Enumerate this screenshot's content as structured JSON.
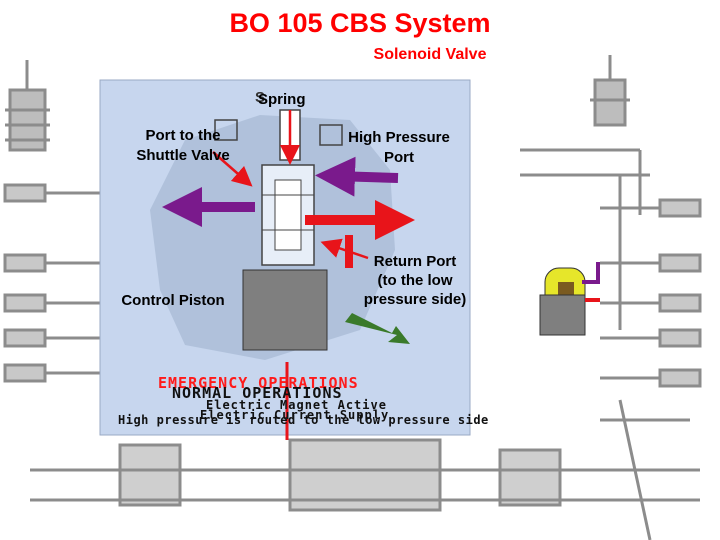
{
  "header": {
    "title": "BO 105 CBS System",
    "subtitle": "Solenoid Valve"
  },
  "labels": {
    "spring": "Spring",
    "spring_ghost": "S",
    "port_shuttle_line1": "Port to the",
    "port_shuttle_line2": "Shuttle Valve",
    "high_pressure_line1": "High Pressure",
    "high_pressure_line2": "Port",
    "return_port_line1": "Return Port",
    "return_port_line2": "(to the low",
    "return_port_line3": "pressure side)",
    "control_piston": "Control Piston"
  },
  "status": {
    "emergency": "EMERGENCY OPERATIONS",
    "normal": "NORMAL OPERATIONS",
    "electric_active": "Electric Magnet Active",
    "electric_cut": "Electric Current Supply",
    "high_pressure_routed": "High pressure is routed to the low pressure side"
  },
  "colors": {
    "title": "#ff0000",
    "panel": "#c7d6ee",
    "arrow_purple": "#7a1a8c",
    "arrow_red": "#e8141a",
    "arrow_green": "#3a7a2a",
    "piston_gray": "#7f7f7f",
    "valve_yellow": "#e6e62a"
  }
}
